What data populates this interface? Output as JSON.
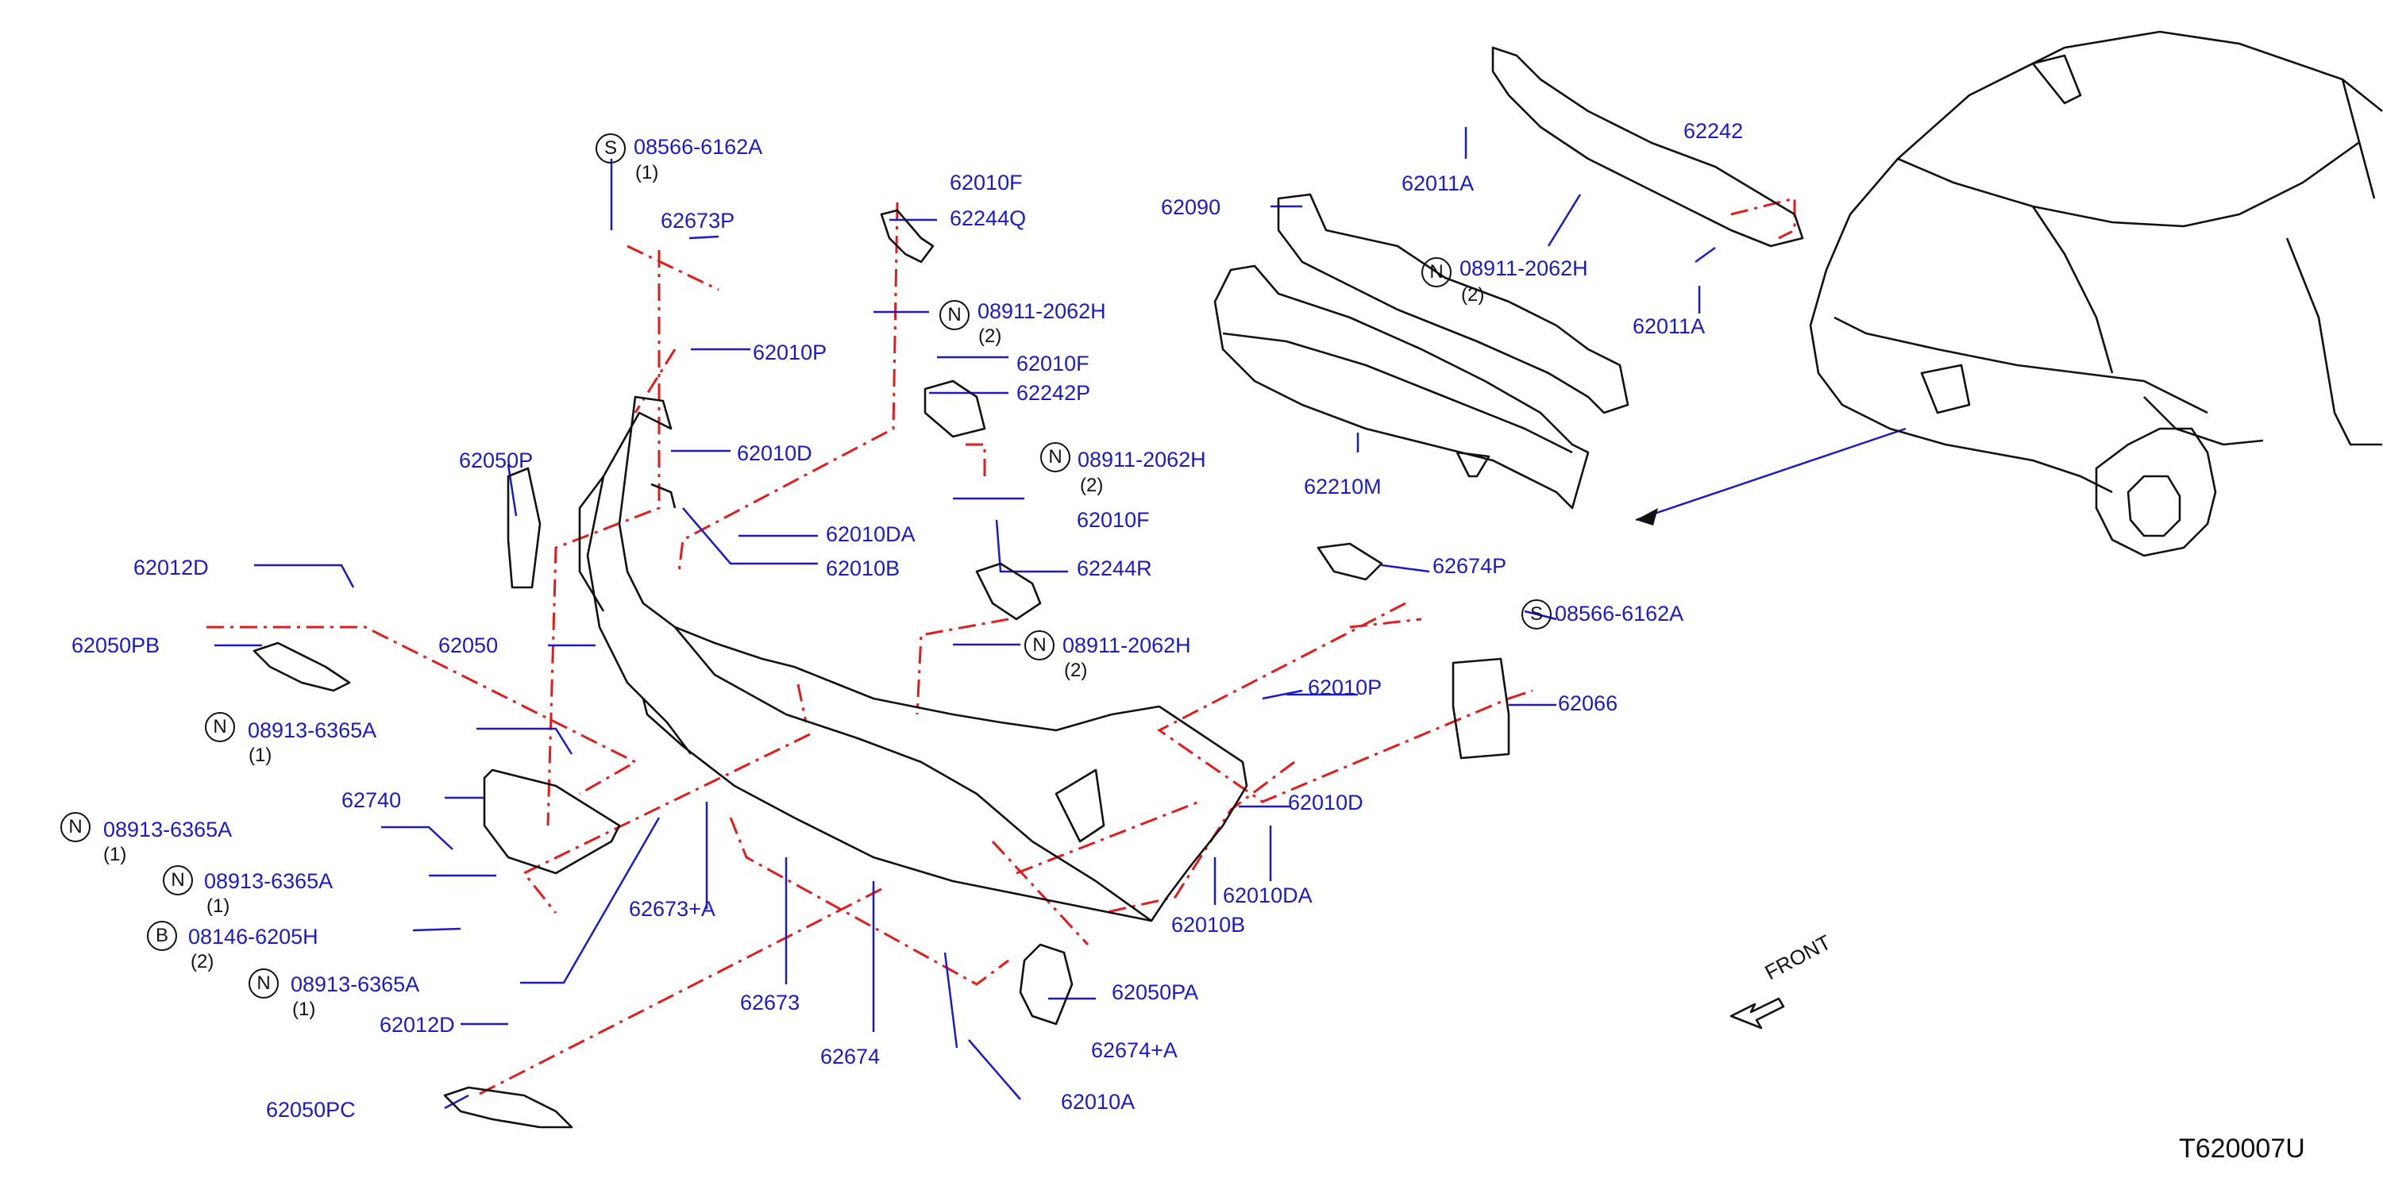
{
  "diagram_id": "T620007U",
  "direction_label": "FRONT",
  "colors": {
    "label": "#1a1ac8",
    "leader": "#1a1ac8",
    "dash_line": "#e21b1b",
    "part_outline": "#111111"
  },
  "badges": {
    "S": "S",
    "N": "N",
    "B": "B"
  },
  "labels": {
    "s_08566_6162a": "08566-6162A",
    "p62673p": "62673P",
    "p62010f_a": "62010F",
    "p62244q": "62244Q",
    "n_08911_2062h_a": "08911-2062H",
    "p62010p_a": "62010P",
    "p62010f_b": "62010F",
    "p62242p": "62242P",
    "p62010d_a": "62010D",
    "n_08911_2062h_b": "08911-2062H",
    "p62050p": "62050P",
    "p62010da_a": "62010DA",
    "p62010f_c": "62010F",
    "p62010b_a": "62010B",
    "p62244r": "62244R",
    "p62012d_a": "62012D",
    "p62050pb": "62050PB",
    "p62050": "62050",
    "n_08911_2062h_c": "08911-2062H",
    "n_08913_6365a_a": "08913-6365A",
    "p62740": "62740",
    "n_08913_6365a_b": "08913-6365A",
    "n_08913_6365a_c": "08913-6365A",
    "b_08146_6205h": "08146-6205H",
    "n_08913_6365a_d": "08913-6365A",
    "p62012d_b": "62012D",
    "p62050pc": "62050PC",
    "p62673a": "62673+A",
    "p62673": "62673",
    "p62674": "62674",
    "p62010a": "62010A",
    "p62674a": "62674+A",
    "p62050pa": "62050PA",
    "p62010b_b": "62010B",
    "p62010da_b": "62010DA",
    "p62010d_b": "62010D",
    "p62010p_b": "62010P",
    "p62066": "62066",
    "p62674p": "62674P",
    "s_08566_6162a_partial": "08566-6162A",
    "p62090": "62090",
    "n_08911_2062h_d": "08911-2062H",
    "p62210m": "62210M",
    "p62011a_a": "62011A",
    "p62242": "62242",
    "p62011a_b": "62011A"
  },
  "quantities": {
    "q1_s": "(1)",
    "q2_n_a": "(2)",
    "q2_n_b": "(2)",
    "q2_n_c": "(2)",
    "q2_n_d": "(2)",
    "q1_n_a": "(1)",
    "q1_n_b": "(1)",
    "q1_n_c": "(1)",
    "q2_b": "(2)",
    "q1_n_d": "(1)"
  }
}
